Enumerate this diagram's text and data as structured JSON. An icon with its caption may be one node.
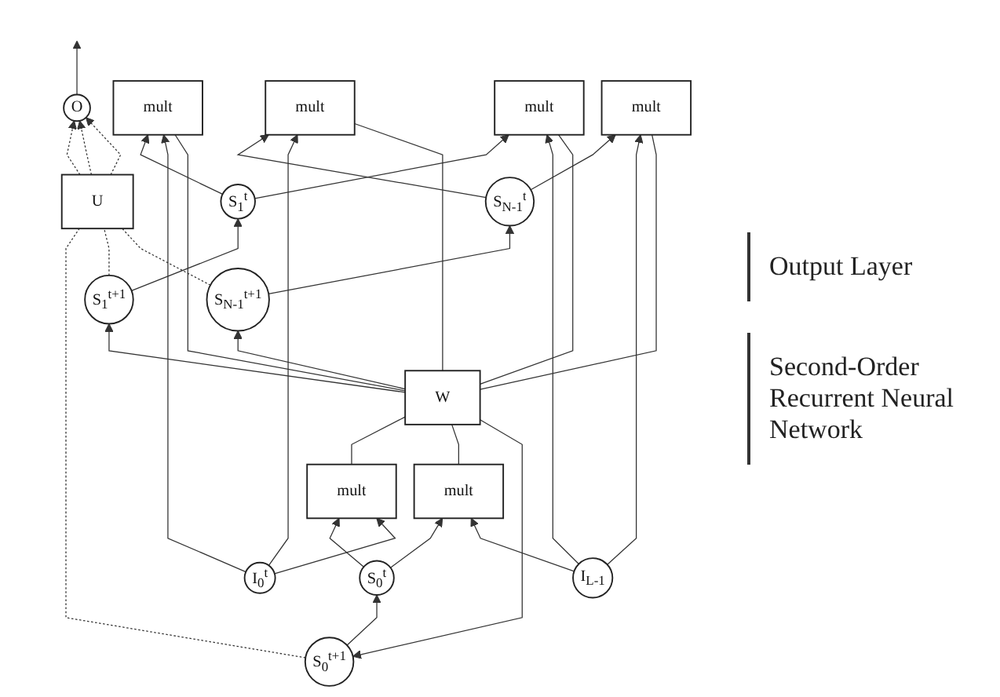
{
  "diagram": {
    "nodes": [
      {
        "text": [
          "O"
        ]
      },
      {
        "text": [
          "U"
        ]
      },
      {
        "text": [
          "S$_{0}$$^{t+1}$"
        ]
      },
      {
        "text": [
          "S$_{1}$$^{t+1}$"
        ]
      },
      {
        "text": [
          "S$_{N-1}$$^{t+1}$"
        ]
      },
      {
        "text": [
          "W"
        ]
      },
      {
        "text": [
          "mult"
        ]
      },
      {
        "text": [
          "mult"
        ]
      },
      {
        "text": [
          "mult"
        ]
      },
      {
        "text": [
          "mult"
        ]
      },
      {
        "text": [
          "mult"
        ]
      },
      {
        "text": [
          "mult"
        ]
      },
      {
        "text": [
          "S$_{0}$$^{t}$"
        ]
      },
      {
        "text": [
          "S$_{1}$$^{t}$"
        ]
      },
      {
        "text": [
          "S$_{N-1}$$^{t}$"
        ]
      },
      {
        "text": [
          "I$_{0}$$^{t}$"
        ]
      },
      {
        "text": [
          "I$_{L-1}$"
        ]
      }
    ],
    "edges": [
      {
        "from": 0,
        "to": null,
        "arrow": "to"
      },
      {
        "from": 1,
        "to": 0,
        "arrow": "to",
        "style": "dashed"
      },
      {
        "from": 1,
        "to": 0,
        "arrow": "to",
        "style": "dashed"
      },
      {
        "from": 1,
        "to": 0,
        "arrow": "to",
        "style": "dashed"
      },
      {
        "from": 2,
        "to": 1,
        "arrow": "none",
        "style": "dashed"
      },
      {
        "from": 3,
        "to": 1,
        "arrow": "none",
        "style": "dashed"
      },
      {
        "from": 4,
        "to": 1,
        "arrow": "none",
        "style": "dashed"
      },
      {
        "from": 2,
        "to": 12,
        "arrow": "to"
      },
      {
        "from": 3,
        "to": 13,
        "arrow": "to"
      },
      {
        "from": 4,
        "to": 14,
        "arrow": "to"
      },
      {
        "from": 5,
        "to": 2,
        "arrow": "to"
      },
      {
        "from": 5,
        "to": 3,
        "arrow": "to"
      },
      {
        "from": 5,
        "to": 4,
        "arrow": "to"
      },
      {
        "from": 6,
        "to": 5,
        "arrow": "none"
      },
      {
        "from": 7,
        "to": 5,
        "arrow": "none"
      },
      {
        "from": 8,
        "to": 5,
        "arrow": "none"
      },
      {
        "from": 9,
        "to": 5,
        "arrow": "none"
      },
      {
        "from": 10,
        "to": 5,
        "arrow": "none"
      },
      {
        "from": 11,
        "to": 5,
        "arrow": "none"
      },
      {
        "from": 12,
        "to": 6,
        "arrow": "to"
      },
      {
        "from": 12,
        "to": 9,
        "arrow": "to"
      },
      {
        "from": 13,
        "to": 7,
        "arrow": "to"
      },
      {
        "from": 13,
        "to": 10,
        "arrow": "to"
      },
      {
        "from": 14,
        "to": 8,
        "arrow": "to"
      },
      {
        "from": 14,
        "to": 11,
        "arrow": "to"
      },
      {
        "from": 15,
        "to": 6,
        "arrow": "to"
      },
      {
        "from": 15,
        "to": 7,
        "arrow": "to"
      },
      {
        "from": 15,
        "to": 8,
        "arrow": "to"
      },
      {
        "from": 16,
        "to": 9,
        "arrow": "to"
      },
      {
        "from": 16,
        "to": 10,
        "arrow": "to"
      },
      {
        "from": 16,
        "to": 11,
        "arrow": "to"
      }
    ],
    "labels": [
      "Output Layer",
      "Second-Order Recurrent Neural Network"
    ]
  }
}
